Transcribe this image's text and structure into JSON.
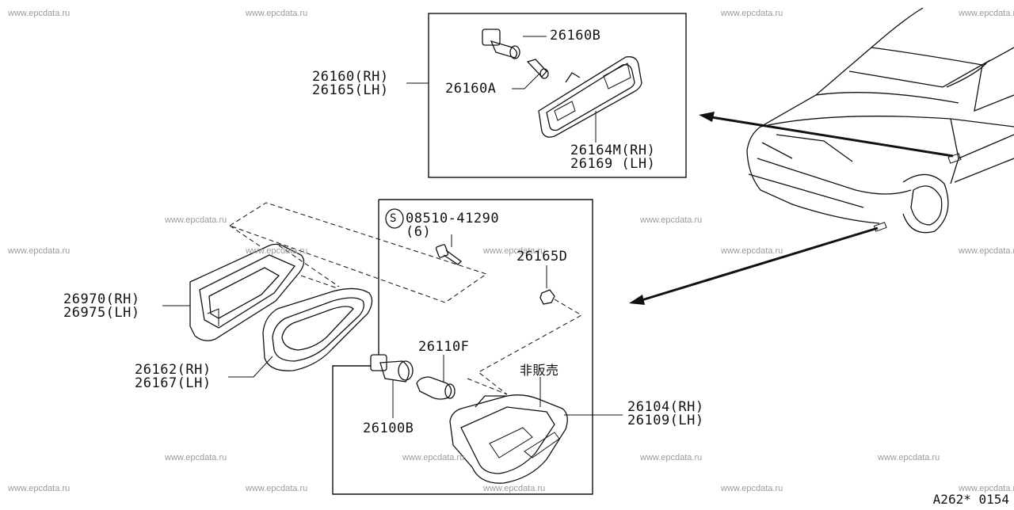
{
  "watermark": "www.epcdata.ru",
  "labels": {
    "p26160B": "26160B",
    "p26160_rh": "26160(RH)",
    "p26165_lh": "26165(LH)",
    "p26160A": "26160A",
    "p26164M_rh": "26164M(RH)",
    "p26169_lh": "26169 (LH)",
    "screw_code": "08510-41290",
    "screw_qty": "(6)",
    "screw_symbol": "S",
    "p26165D": "26165D",
    "p26970_rh": "26970(RH)",
    "p26975_lh": "26975(LH)",
    "p26162_rh": "26162(RH)",
    "p26167_lh": "26167(LH)",
    "p26110F": "26110F",
    "not_for_sale": "非販売",
    "p26104_rh": "26104(RH)",
    "p26109_lh": "26109(LH)",
    "p26100B": "26100B"
  },
  "diagram_code": "A262* 0154"
}
